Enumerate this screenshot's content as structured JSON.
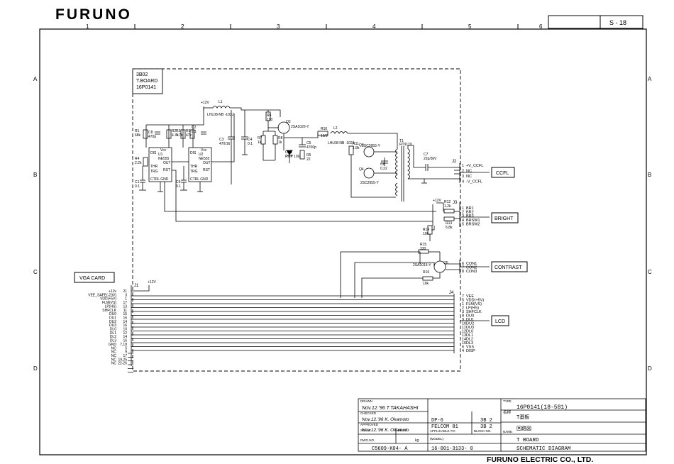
{
  "brand": "FURUNO",
  "sheet_id": "S - 18",
  "columns": [
    "1",
    "2",
    "3",
    "4",
    "5",
    "6"
  ],
  "rows": [
    "A",
    "B",
    "C",
    "D"
  ],
  "board_box": {
    "line1": "3B02",
    "line2": "T.BOARD",
    "line3": "16P0141"
  },
  "outside_labels": {
    "vga_card": "VGA CARD",
    "ccfl": "CCFL",
    "bright": "BRIGHT",
    "contrast": "CONTRAST",
    "lcd": "LCD"
  },
  "supply": {
    "v12_top": "+12V",
    "v12_j1": "+12V",
    "v12_j3": "+12V"
  },
  "connectors": {
    "j1": "J1",
    "j2": "J2",
    "j3": "J3",
    "j4": "J4"
  },
  "ic": {
    "u1_ref": "U1",
    "u1_part": "NE555",
    "u2_ref": "U2",
    "u2_part": "NE555",
    "pins": {
      "vcc": "Vcc",
      "dis": "DIS",
      "thr": "THR",
      "trg": "TRG",
      "out": "OUT",
      "rst": "RST",
      "ctrl_gnd": "CTRL GND"
    }
  },
  "components": {
    "r1": "R1",
    "r1v": "68k",
    "r4": "R4",
    "r4v": "2.2k",
    "c8": "C8",
    "c8v": "470p",
    "r2": "R2",
    "r2v": "4.7k",
    "r3": "R3",
    "r3v": "4.7k",
    "r9": "R9",
    "r9v": "47k",
    "c2": "C2",
    "c2v": "0.1",
    "c1": "C1",
    "c1v": "0.1",
    "c9": "C9",
    "c9v": "0.1",
    "l1": "L1",
    "l1v": "LHL08-NB -102J",
    "c3": "C3",
    "c3v": "470/16",
    "c4": "C4",
    "c4v": "0.1",
    "r6": "R6",
    "r6v": "100",
    "r7": "R7",
    "r7v": "1k",
    "r8": "R8",
    "r8v": "1k",
    "q2": "Q2",
    "q2v": "2SA1020-Y",
    "cr1": "CR1",
    "cr1v": "RGP 10G",
    "c5": "C5",
    "c5v": "4700p",
    "r5": "R5",
    "r5v": "22",
    "r10": "R10",
    "r10v": "10/2",
    "l2": "L2",
    "l2v": "LHL08-NB -102J",
    "r11": "R11",
    "r11v": "1.8k",
    "q3": "Q3",
    "q3v": "2SC2655-Y",
    "q4": "Q4",
    "q4v": "2SC2655-Y",
    "c6": "C6",
    "c6v": "0.22",
    "t1": "T1",
    "t1v": "RT9119",
    "c7": "C7",
    "c7v": "22p/3kV",
    "r12": "R12",
    "r12v": "1.2k",
    "r13": "R13",
    "r13v": "6.8k",
    "r14": "R14",
    "r14v": "10k",
    "r15": "R15",
    "r15v": "330",
    "r16": "R16",
    "r16v": "10k",
    "q5": "Q5",
    "q5v": "2SA1015-Y"
  },
  "j2_pins": [
    {
      "num": "1",
      "name": "+V_CCFL"
    },
    {
      "num": "2",
      "name": "NC"
    },
    {
      "num": "3",
      "name": "NC"
    },
    {
      "num": "4",
      "name": "-V_CCFL"
    }
  ],
  "j3_pins": [
    {
      "num": "1",
      "name": "BR1"
    },
    {
      "num": "2",
      "name": "BR2"
    },
    {
      "num": "3",
      "name": "BR3"
    },
    {
      "num": "4",
      "name": "BRSW1"
    },
    {
      "num": "5",
      "name": "BRSW2"
    }
  ],
  "contrast_pins": [
    {
      "num": "6",
      "name": "CON1"
    },
    {
      "num": "7",
      "name": "CON2"
    },
    {
      "num": "8",
      "name": "CON3"
    }
  ],
  "j1_pins": [
    {
      "num": "21",
      "name": "+12v"
    },
    {
      "num": "3",
      "name": "VEE_SAFE(-23V)"
    },
    {
      "num": "1",
      "name": "VDD(+5V)"
    },
    {
      "num": "17",
      "name": "FLM(VS)"
    },
    {
      "num": "13",
      "name": "LP(HS)"
    },
    {
      "num": "11",
      "name": "SHFCLK"
    },
    {
      "num": "15",
      "name": "DU0"
    },
    {
      "num": "16",
      "name": "DU1"
    },
    {
      "num": "14",
      "name": "DU2"
    },
    {
      "num": "16",
      "name": "DU3"
    },
    {
      "num": "10",
      "name": "DL0"
    },
    {
      "num": "12",
      "name": "DL1"
    },
    {
      "num": "14",
      "name": "DL2"
    },
    {
      "num": "16",
      "name": "DL3"
    },
    {
      "num": "7,18",
      "name": "GND"
    },
    {
      "num": "5",
      "name": "NC"
    },
    {
      "num": "9",
      "name": "NC"
    },
    {
      "num": "17",
      "name": "NC"
    },
    {
      "num": "19,25",
      "name": "NC"
    },
    {
      "num": "22-26",
      "name": "NC"
    }
  ],
  "j4_pins": [
    {
      "num": "7",
      "name": "VEE"
    },
    {
      "num": "5",
      "name": "VDD(+5V)"
    },
    {
      "num": "1",
      "name": "FLM(VS)"
    },
    {
      "num": "2",
      "name": "LP(HS)"
    },
    {
      "num": "3",
      "name": "SHFCLK"
    },
    {
      "num": "8",
      "name": "DU0"
    },
    {
      "num": "9",
      "name": "DU1"
    },
    {
      "num": "10",
      "name": "DU2"
    },
    {
      "num": "11",
      "name": "DU3"
    },
    {
      "num": "12",
      "name": "DL0"
    },
    {
      "num": "13",
      "name": "DL1"
    },
    {
      "num": "14",
      "name": "DL2"
    },
    {
      "num": "15",
      "name": "DL3"
    },
    {
      "num": "6",
      "name": "VSS"
    },
    {
      "num": "4",
      "name": "DISP"
    }
  ],
  "title_block": {
    "drawn_label": "DRAWN",
    "drawn_val": "Nov.12.'96 T.TAKAHASHI",
    "checked_label": "CHECKED",
    "checked_val": "Nov.12.'96 K. Okamoto",
    "approved_label": "APPROVED",
    "approved_val": "Nov.12.'96 K. Okamoto",
    "scale_label": "SCALE",
    "mass_label": "MASS",
    "mass_unit": "kg",
    "dwg_label": "DWG.NO.",
    "dwg_val": "C5609-K04- A",
    "model_line1": "DP-6",
    "model_line2": "FELCOM 81",
    "block1": "3B 2",
    "block2": "3B 2",
    "applicable_label": "APPLICABLE TO:",
    "model_label": "(MODEL)",
    "block_label": "BLOCK NO.",
    "block_val": "16-001-3133- 0",
    "type_label": "TYPE",
    "type_val": "16P0141(18-581)",
    "jp_name_label": "名称",
    "jp_name_val": "T基板",
    "jp_circuit": "回路図",
    "name_label": "NAME",
    "name_val": "T BOARD",
    "title_val": "SCHEMATIC DIAGRAM"
  },
  "company": "FURUNO ELECTRIC CO., LTD."
}
